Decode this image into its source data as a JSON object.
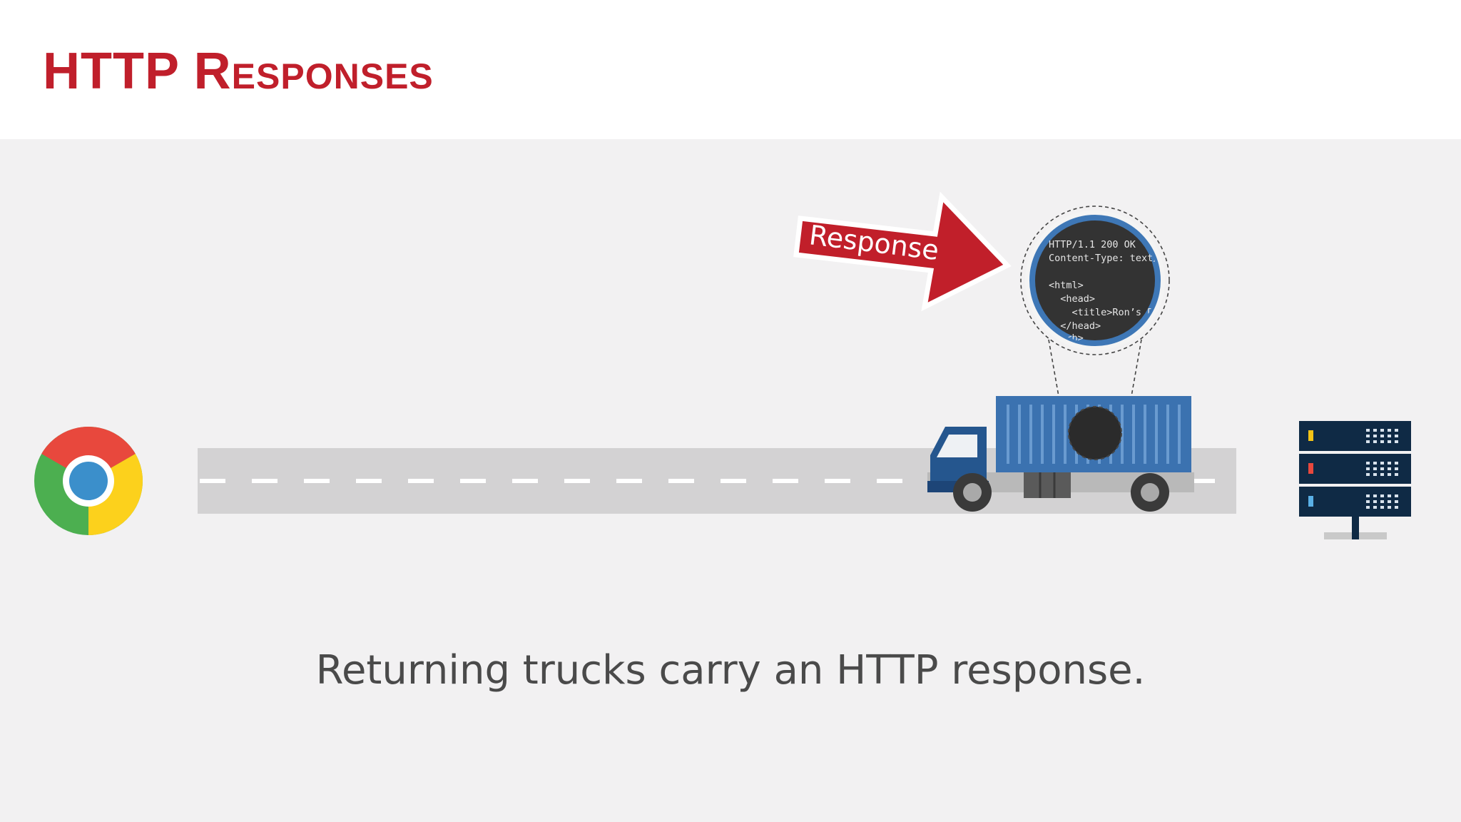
{
  "header": {
    "title": "HTTP Responses"
  },
  "diagram": {
    "arrow_label": "Response",
    "response_lines": [
      "HTTP/1.1 200 OK",
      "Content-Type: text/",
      "",
      "<html>",
      "  <head>",
      "    <title>Ron’s Pa",
      "  </head>",
      "   <b>"
    ],
    "client_icon": "chrome-browser-icon",
    "server_icon": "server-rack-icon",
    "vehicle_icon": "truck-icon",
    "colors": {
      "title_red": "#c01f2b",
      "arrow_red": "#c11f2a",
      "truck_blue": "#3b72b0",
      "cab_blue": "#25568e",
      "road_gray": "#d3d2d3",
      "server_navy": "#0f2a45"
    }
  },
  "caption": "Returning trucks carry an HTTP response."
}
